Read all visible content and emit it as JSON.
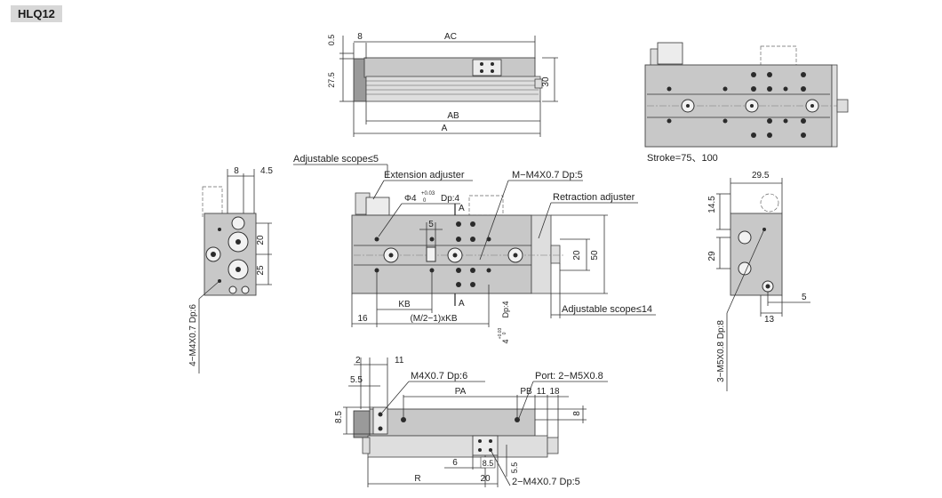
{
  "model": "HLQ12",
  "top_view": {
    "d_05": "0.5",
    "d_8": "8",
    "d_ac": "AC",
    "d_275": "27.5",
    "d_30": "30",
    "d_ab": "AB",
    "d_a": "A"
  },
  "side_view_right": {
    "stroke": "Stroke=75、100"
  },
  "left_end_view": {
    "d_8": "8",
    "d_45": "4.5",
    "d_20": "20",
    "d_25": "25",
    "tap": "4−M4X0.7 Dp:6"
  },
  "front_view": {
    "adj_scope_5": "Adjustable scope≤5",
    "ext_adjuster": "Extension adjuster",
    "m_tap": "M−M4X0.7 Dp:5",
    "phi": "Φ4",
    "tol_plus": "+0.03",
    "tol_zero": "0",
    "phi_dp": "Dp:4",
    "sec_a_top": "A",
    "sec_a_bot": "A",
    "ret_adjuster": "Retraction adjuster",
    "d_5": "5",
    "d_20": "20",
    "d_50": "50",
    "d_kb": "KB",
    "d_16": "16",
    "d_mkb": "(M/2−1)xKB",
    "d_hole4": "4",
    "d_hole4_dp": "Dp:4",
    "adj_scope_14": "Adjustable scope≤14"
  },
  "right_end_view": {
    "d_295": "29.5",
    "d_145": "14.5",
    "d_29": "29",
    "d_5": "5",
    "d_13": "13",
    "tap": "3−M5X0.8 Dp:8"
  },
  "bottom_view": {
    "d_2": "2",
    "d_11a": "11",
    "d_55": "5.5",
    "m4": "M4X0.7 Dp:6",
    "port": "Port: 2−M5X0.8",
    "d_pa": "PA",
    "d_pb": "PB",
    "d_11b": "11",
    "d_18": "18",
    "d_85": "8.5",
    "d_8": "8",
    "d_6": "6",
    "d_85b": "8.5",
    "d_55b": "5.5",
    "d_r": "R",
    "d_20": "20",
    "m4_bot": "2−M4X0.7 Dp:5"
  }
}
